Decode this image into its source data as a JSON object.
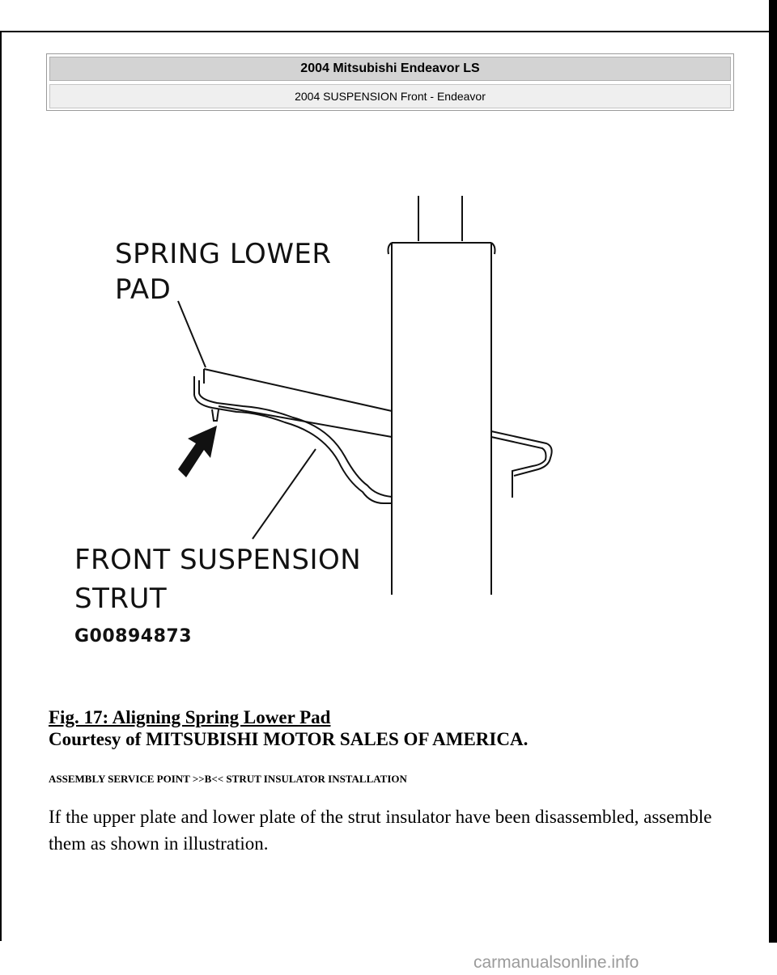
{
  "header": {
    "title": "2004 Mitsubishi Endeavor LS",
    "subtitle": "2004 SUSPENSION Front - Endeavor"
  },
  "figure": {
    "label_pad_line1": "SPRING LOWER",
    "label_pad_line2": "PAD",
    "label_strut_line1": "FRONT SUSPENSION",
    "label_strut_line2": "STRUT",
    "code": "G00894873"
  },
  "caption": {
    "title": "Fig. 17: Aligning Spring Lower Pad",
    "courtesy": "Courtesy of MITSUBISHI MOTOR SALES OF AMERICA."
  },
  "section": {
    "heading": "ASSEMBLY SERVICE POINT >>B<< STRUT INSULATOR INSTALLATION",
    "body": "If the upper plate and lower plate of the strut insulator have been disassembled, assemble them as shown in illustration."
  },
  "footer": {
    "watermark": "carmanualsonline.info"
  }
}
